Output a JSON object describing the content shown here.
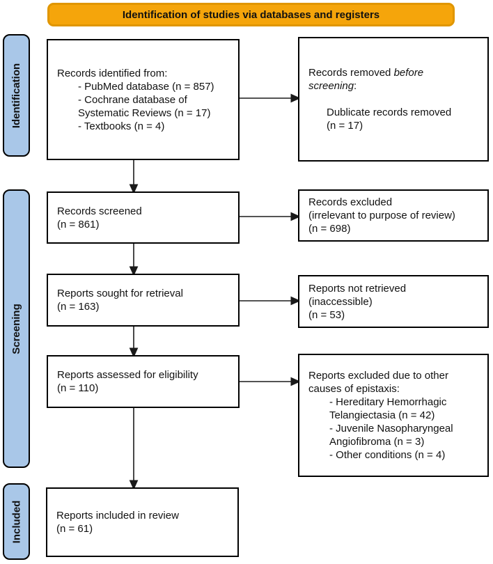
{
  "banner": {
    "label": "Identification of studies via databases and registers"
  },
  "stages": [
    {
      "label": "Identification"
    },
    {
      "label": "Screening"
    },
    {
      "label": "Included"
    }
  ],
  "colors": {
    "banner_fill": "#F5A50B",
    "banner_border": "#E09600",
    "stage_fill": "#A9C7E8",
    "box_border": "#000000",
    "arrow": "#1a1a1a"
  },
  "boxes": {
    "records_identified": {
      "lines": [
        {
          "text": "Records identified from:",
          "indent": 0
        },
        {
          "text": "- PubMed database (n = 857)",
          "indent": 1
        },
        {
          "text": "- Cochrane database of",
          "indent": 1
        },
        {
          "text": "Systematic Reviews (n = 17)",
          "indent": 1
        },
        {
          "text": "- Textbooks (n = 4)",
          "indent": 1
        }
      ]
    },
    "records_removed": {
      "lines": [
        {
          "segments": [
            {
              "text": "Records removed "
            },
            {
              "text": "before",
              "italic": true
            }
          ],
          "indent": 0
        },
        {
          "segments": [
            {
              "text": "screening",
              "italic": true
            },
            {
              "text": ":"
            }
          ],
          "indent": 0
        },
        {
          "text": "",
          "indent": 0
        },
        {
          "text": "Dublicate records removed",
          "indent": 2
        },
        {
          "text": "(n = 17)",
          "indent": 2
        }
      ]
    },
    "records_screened": {
      "lines": [
        {
          "text": "Records screened",
          "indent": 0
        },
        {
          "text": "(n = 861)",
          "indent": 0
        }
      ]
    },
    "records_excluded": {
      "lines": [
        {
          "text": "Records excluded",
          "indent": 0
        },
        {
          "text": "(irrelevant to purpose of review)",
          "indent": 0
        },
        {
          "text": "(n = 698)",
          "indent": 0
        }
      ]
    },
    "reports_sought": {
      "lines": [
        {
          "text": "Reports sought for retrieval",
          "indent": 0
        },
        {
          "text": "(n = 163)",
          "indent": 0
        }
      ]
    },
    "reports_not_retrieved": {
      "lines": [
        {
          "text": "Reports not retrieved",
          "indent": 0
        },
        {
          "text": "(inaccessible)",
          "indent": 0
        },
        {
          "text": "(n = 53)",
          "indent": 0
        }
      ]
    },
    "reports_assessed": {
      "lines": [
        {
          "text": "Reports assessed for eligibility",
          "indent": 0
        },
        {
          "text": "(n = 110)",
          "indent": 0
        }
      ]
    },
    "reports_excluded": {
      "lines": [
        {
          "text": "Reports excluded due to other",
          "indent": 0
        },
        {
          "text": "causes of epistaxis:",
          "indent": 0
        },
        {
          "text": "- Hereditary Hemorrhagic",
          "indent": 1
        },
        {
          "text": "Telangiectasia (n = 42)",
          "indent": 1
        },
        {
          "text": "- Juvenile Nasopharyngeal",
          "indent": 1
        },
        {
          "text": "Angiofibroma (n = 3)",
          "indent": 1
        },
        {
          "text": "- Other conditions (n = 4)",
          "indent": 1
        }
      ]
    },
    "reports_included": {
      "lines": [
        {
          "text": "Reports included in review",
          "indent": 0
        },
        {
          "text": "(n = 61)",
          "indent": 0
        }
      ]
    }
  }
}
